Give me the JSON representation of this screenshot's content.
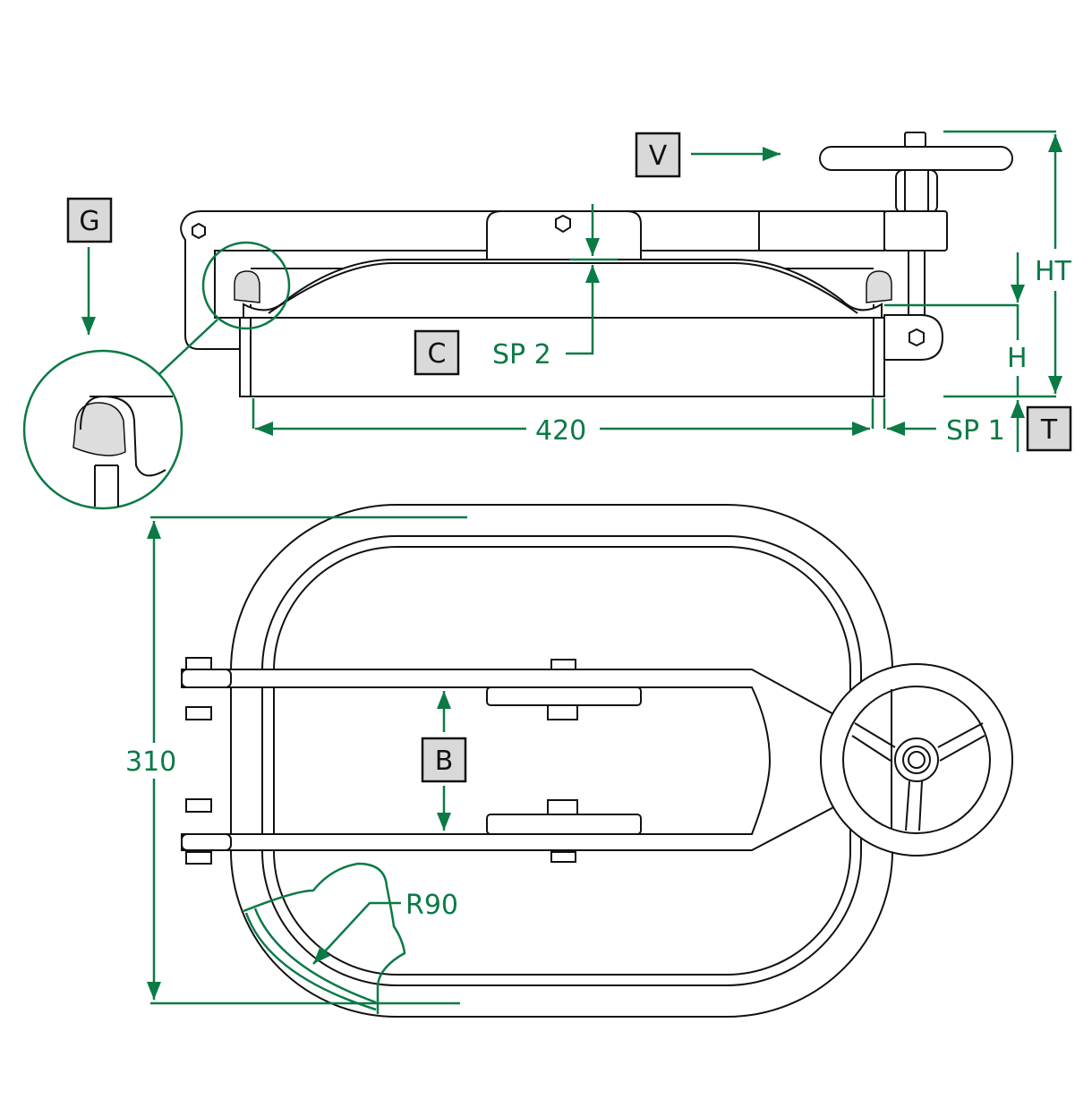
{
  "title": "Oval manhole cover technical drawing",
  "labels": {
    "G": "G",
    "V": "V",
    "C": "C",
    "B": "B",
    "T": "T"
  },
  "dimensions": {
    "sp2": "SP 2",
    "sp1": "SP 1",
    "width": "420",
    "ht": "HT",
    "h": "H",
    "height": "310",
    "radius": "R90"
  },
  "colors": {
    "dimension": "#0b7a45",
    "label_box": "#d9d9d9"
  }
}
